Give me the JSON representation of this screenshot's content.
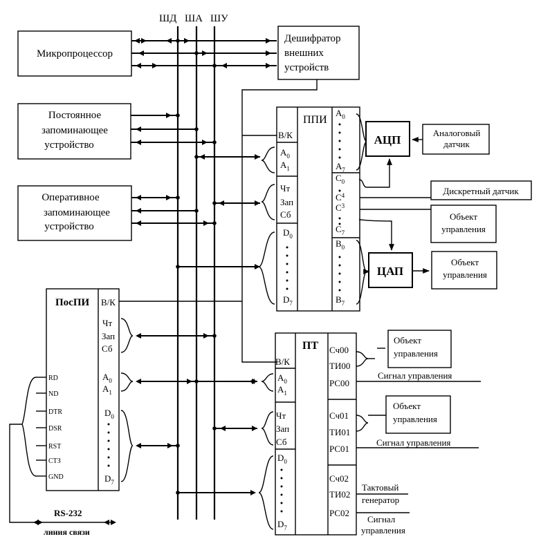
{
  "buses": {
    "data": "ШД",
    "address": "ША",
    "control": "ШУ"
  },
  "blocks": {
    "cpu": "Микропроцессор",
    "decoder": [
      "Дешифратор",
      "внешних",
      "устройств"
    ],
    "rom": [
      "Постоянное",
      "запоминающее",
      "устройство"
    ],
    "ram": [
      "Оперативное",
      "запоминающее",
      "устройство"
    ],
    "adc": "АЦП",
    "dac": "ЦАП",
    "analog_sensor": [
      "Аналоговый",
      "датчик"
    ],
    "discrete_sensor": "Дискретный датчик",
    "control_object": [
      "Объект",
      "управления"
    ]
  },
  "ppi": {
    "title": "ППИ",
    "left_pins": {
      "cs": "В/К",
      "a": "A",
      "ctrl": [
        "Чт",
        "Зап",
        "Сб"
      ],
      "d": "D"
    },
    "ports": {
      "a": "A",
      "c": "C",
      "b": "B"
    },
    "subscripts": {
      "lo": "0",
      "hi": "7",
      "one": "1",
      "c4": "4",
      "c3": "3"
    }
  },
  "pospi": {
    "title": "ПосПИ",
    "right_pins": {
      "cs": "В/К",
      "ctrl": [
        "Чт",
        "Зап",
        "Сб"
      ],
      "a": "A",
      "d": "D"
    },
    "left_pins": [
      "RD",
      "ND",
      "DTR",
      "DSR",
      "RST",
      "CTЗ",
      "GND"
    ],
    "subscripts": {
      "lo": "0",
      "hi": "7",
      "one": "1"
    }
  },
  "timer": {
    "title": "ПТ",
    "left_pins": {
      "cs": "В/К",
      "a": "A",
      "ctrl": [
        "Чт",
        "Зап",
        "Сб"
      ],
      "d": "D"
    },
    "channels": [
      {
        "cnt": "Сч00",
        "ti": "ТИ00",
        "rs": "РС00"
      },
      {
        "cnt": "Сч01",
        "ti": "ТИ01",
        "rs": "РС01"
      },
      {
        "cnt": "Сч02",
        "ti": "ТИ02",
        "rs": "РС02"
      }
    ],
    "subscripts": {
      "lo": "0",
      "hi": "7",
      "one": "1"
    }
  },
  "signals": {
    "control_signal": "Сигнал управления",
    "clock_gen": [
      "Тактовый",
      "генератор"
    ],
    "signal_2": [
      "Сигнал",
      "управления"
    ]
  },
  "serial": {
    "standard": "RS-232",
    "line": "линия связи"
  }
}
